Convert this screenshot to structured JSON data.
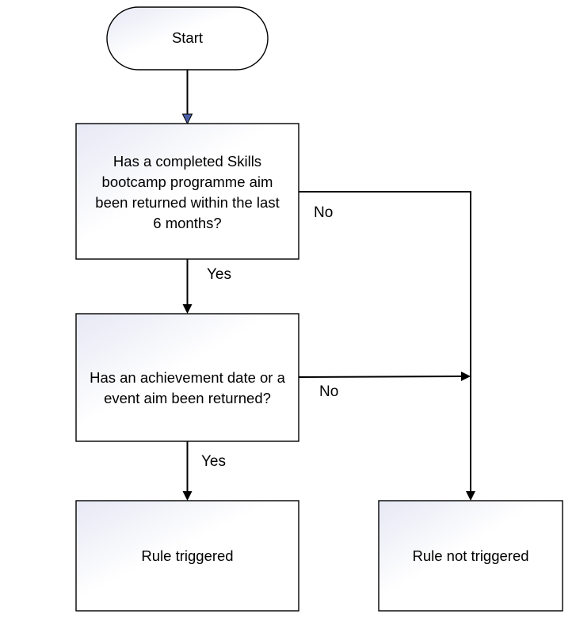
{
  "nodes": {
    "start": {
      "label": "Start"
    },
    "q1": {
      "lines": [
        "Has a completed Skills",
        "bootcamp programme aim",
        "been returned within the last",
        "6 months?"
      ]
    },
    "q2": {
      "lines": [
        "Has an achievement date or a",
        "event aim been returned?"
      ]
    },
    "rule_triggered": {
      "label": "Rule triggered"
    },
    "rule_not_triggered": {
      "label": "Rule not triggered"
    }
  },
  "edges": {
    "q1_yes": "Yes",
    "q1_no": "No",
    "q2_yes": "Yes",
    "q2_no": "No"
  },
  "colors": {
    "box_fill_light": "#ffffff",
    "box_fill_shade": "#e6e8f4",
    "start_arrowhead": "#4a5fa8",
    "stroke": "#000000"
  }
}
